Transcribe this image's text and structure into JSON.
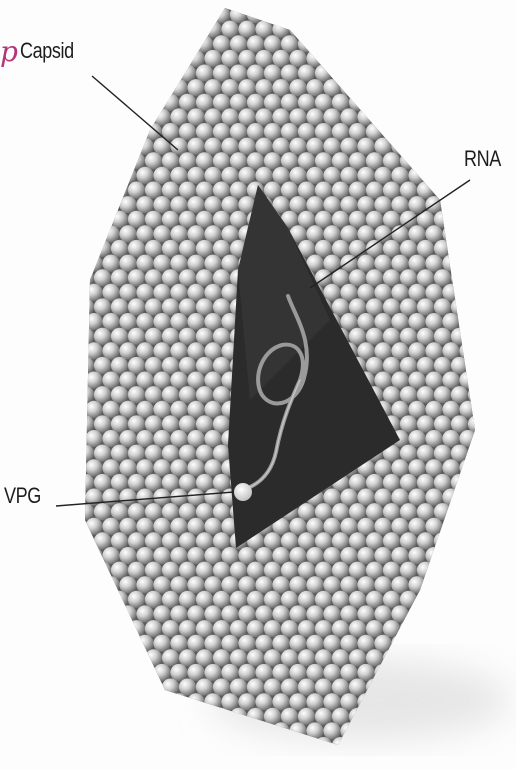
{
  "diagram": {
    "labels": {
      "capsid": "Capsid",
      "rna": "RNA",
      "vpg": "VPG"
    },
    "handwritten_mark": "p",
    "colors": {
      "background": "#fdfdfd",
      "capsid_sphere": "#c9c9c9",
      "interior": "#2b2b2b",
      "rna_strand": "#9a9a9a",
      "vpg_sphere": "#f2f2f2",
      "label_text": "#1d1d1d",
      "handwriting": "#b2367a"
    }
  }
}
